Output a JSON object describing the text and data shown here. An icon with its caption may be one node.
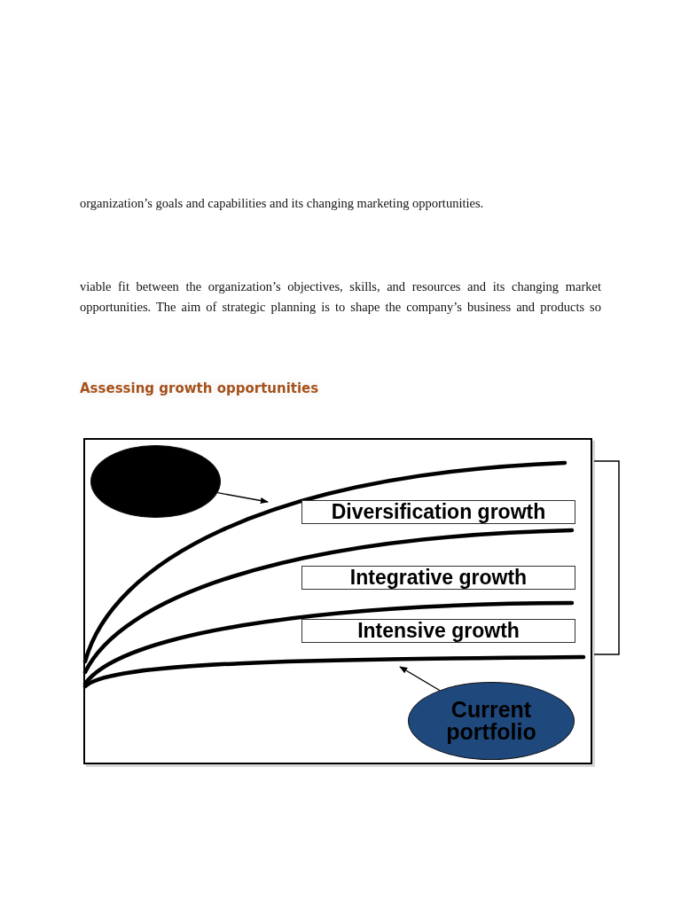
{
  "diagram": {
    "nodes": [
      {
        "text": [],
        "shape": "box"
      },
      {
        "text": [],
        "shape": "circle",
        "in": 0
      },
      {
        "text": [
          "Diversification growth"
        ],
        "in": 0
      },
      {
        "text": [
          "Integrative growth"
        ],
        "in": 0
      },
      {
        "text": [
          "Intensive growth"
        ],
        "in": 0
      },
      {
        "text": [
          "Current portfolio"
        ],
        "in": 0
      }
    ],
    "edges": [
      {
        "from": 1,
        "to": null,
        "arrow": "to"
      },
      {
        "from": 5,
        "to": null,
        "arrow": "to"
      }
    ],
    "labels": [
      "organization’s goals and capabilities and its changing marketing opportunities.",
      "viable fit between the organization’s objectives, skills, and resources and its changing market opportunities. The aim of strategic planning is to shape the company’s business and products so",
      "Assessing growth opportunities"
    ]
  }
}
